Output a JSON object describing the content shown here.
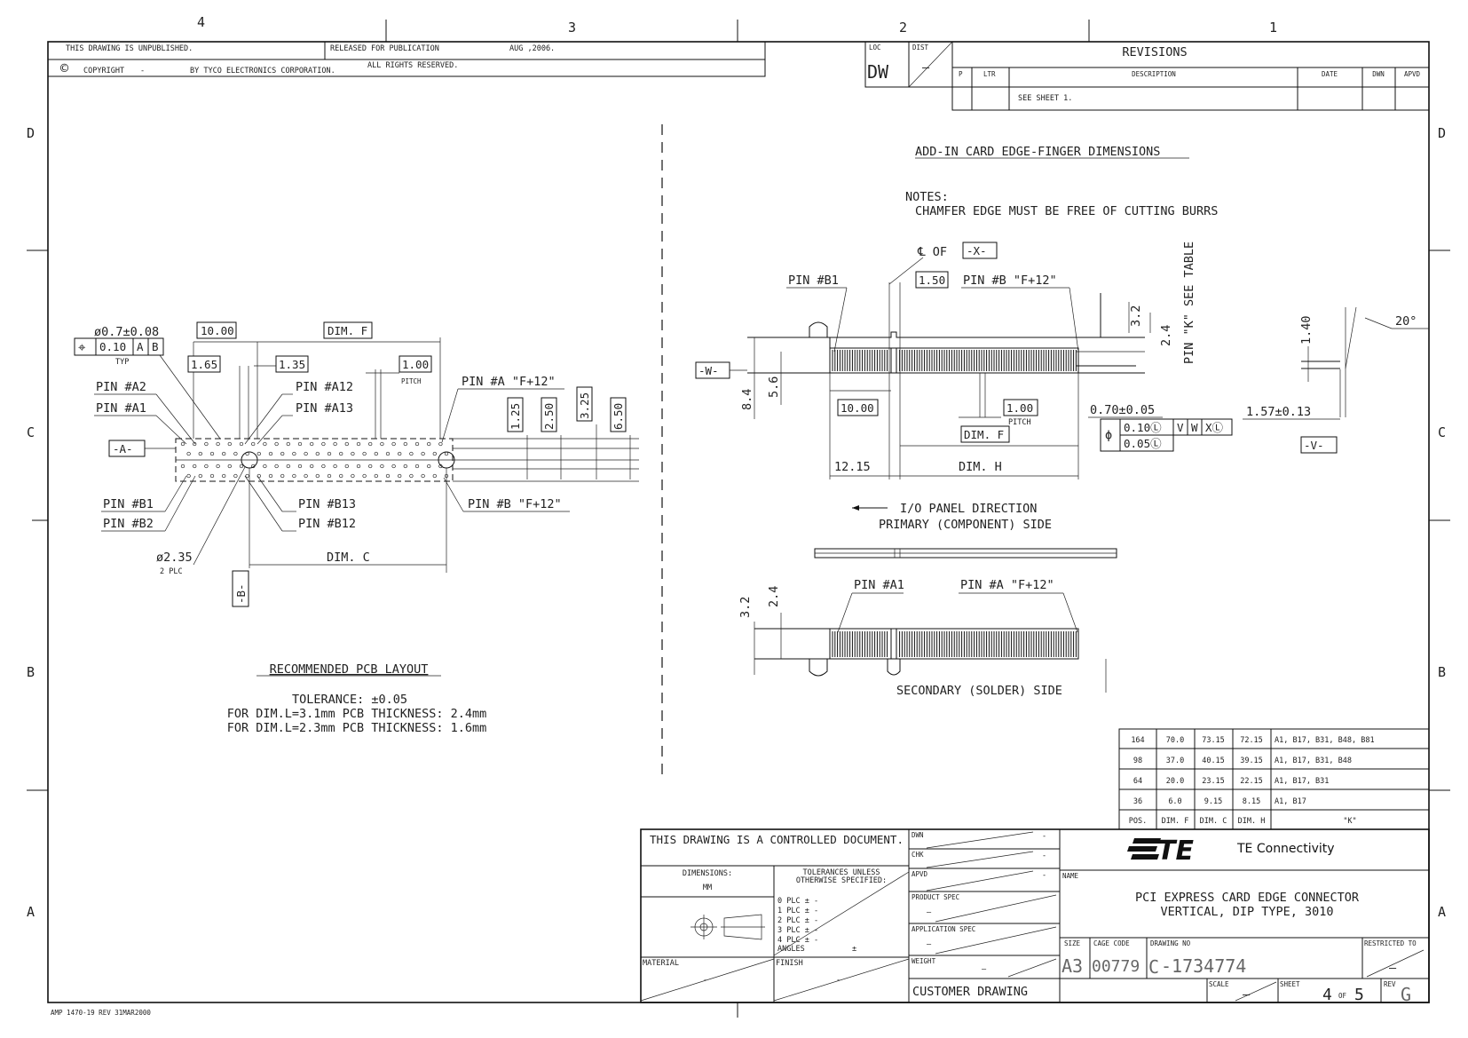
{
  "frame": {
    "zone_cols": [
      "4",
      "3",
      "2",
      "1"
    ],
    "zone_rows": [
      "D",
      "C",
      "B",
      "A"
    ],
    "footer_form": "AMP 1470-19 REV 31MAR2000"
  },
  "header": {
    "unpublished": "THIS DRAWING IS UNPUBLISHED.",
    "released": "RELEASED FOR PUBLICATION",
    "release_date": "AUG ,2006.",
    "copyright_symbol": "©",
    "copyright": "COPYRIGHT",
    "copyright_dash": "-",
    "by_corp": "BY TYCO ELECTRONICS CORPORATION.",
    "rights": "ALL RIGHTS RESERVED.",
    "loc_label": "LOC",
    "loc_value": "DW",
    "dist_label": "DIST",
    "dist_value": "—"
  },
  "revisions": {
    "title": "REVISIONS",
    "col_p": "P",
    "col_ltr": "LTR",
    "col_desc": "DESCRIPTION",
    "col_date": "DATE",
    "col_dwn": "DWN",
    "col_apvd": "APVD",
    "row_desc": "SEE SHEET 1."
  },
  "left_view": {
    "pin_dia": "ø0.7±0.08",
    "fcf_sym": "⌖",
    "fcf_tol": "0.10",
    "fcf_a": "A",
    "fcf_b": "B",
    "typ": "TYP",
    "dim_1000": "10.00",
    "dim_f": "DIM. F",
    "dim_165": "1.65",
    "dim_135": "1.35",
    "dim_100": "1.00",
    "pitch": "PITCH",
    "pin_a2": "PIN #A2",
    "pin_a1": "PIN #A1",
    "pin_a12": "PIN #A12",
    "pin_a13": "PIN #A13",
    "pin_af": "PIN #A \"F+12\"",
    "dim_125": "1.25",
    "dim_250": "2.50",
    "dim_325": "3.25",
    "dim_650": "6.50",
    "datum_a": "-A-",
    "pin_b1": "PIN #B1",
    "pin_b2": "PIN #B2",
    "pin_b13": "PIN #B13",
    "pin_b12": "PIN #B12",
    "pin_bf": "PIN #B \"F+12\"",
    "hole_dia": "ø2.35",
    "two_plc": "2 PLC",
    "dim_c": "DIM. C",
    "datum_b": "-B-",
    "title": "RECOMMENDED PCB LAYOUT",
    "tol": "TOLERANCE: ±0.05",
    "note1": "FOR DIM.L=3.1mm PCB THICKNESS: 2.4mm",
    "note2": "FOR DIM.L=2.3mm PCB THICKNESS: 1.6mm"
  },
  "right_view": {
    "title": "ADD-IN CARD EDGE-FINGER DIMENSIONS",
    "notes_label": "NOTES:",
    "note": "CHAMFER EDGE MUST BE FREE OF CUTTING BURRS",
    "cl_of": "℄ OF",
    "datum_x": "-X-",
    "pin_b1": "PIN #B1",
    "dim_150": "1.50",
    "pin_bf": "PIN #B \"F+12\"",
    "dim_32": "3.2",
    "dim_24": "2.4",
    "pin_k": "PIN \"K\" SEE TABLE",
    "dim_140": "1.40",
    "angle": "20°",
    "datum_w": "-W-",
    "dim_84": "8.4",
    "dim_56": "5.6",
    "dim_1000": "10.00",
    "dim_100": "1.00",
    "pitch": "PITCH",
    "dim_f": "DIM. F",
    "width_tol": "0.70±0.05",
    "fcf_sym": "ϕ",
    "fcf_tol1": "0.10Ⓛ",
    "fcf_v": "V",
    "fcf_w": "W",
    "fcf_x": "XⓁ",
    "fcf_tol2": "0.05Ⓛ",
    "dim_157": "1.57±0.13",
    "datum_v": "-V-",
    "dim_1215": "12.15",
    "dim_h": "DIM. H",
    "io_dir": "I/O PANEL DIRECTION",
    "primary": "PRIMARY (COMPONENT) SIDE",
    "pin_a1": "PIN #A1",
    "pin_af": "PIN #A \"F+12\"",
    "secondary": "SECONDARY (SOLDER) SIDE"
  },
  "dim_table": {
    "rows": [
      [
        "164",
        "70.0",
        "73.15",
        "72.15",
        "A1, B17, B31, B48, B81"
      ],
      [
        "98",
        "37.0",
        "40.15",
        "39.15",
        "A1, B17, B31, B48"
      ],
      [
        "64",
        "20.0",
        "23.15",
        "22.15",
        "A1, B17, B31"
      ],
      [
        "36",
        "6.0",
        "9.15",
        "8.15",
        "A1, B17"
      ]
    ],
    "header": [
      "POS.",
      "DIM. F",
      "DIM. C",
      "DIM. H",
      "\"K\""
    ]
  },
  "title_block": {
    "controlled": "THIS DRAWING IS A CONTROLLED DOCUMENT.",
    "dimensions_label": "DIMENSIONS:",
    "dimensions_value": "MM",
    "tol_head1": "TOLERANCES UNLESS",
    "tol_head2": "OTHERWISE SPECIFIED:",
    "tol_rows": [
      "0 PLC   ± -",
      "1 PLC   ± -",
      "2 PLC   ± -",
      "3 PLC   ± -",
      "4 PLC   ± -"
    ],
    "angles": "ANGLES",
    "angles_tol": "±",
    "material": "MATERIAL",
    "finish": "FINISH",
    "mat_dash": "-",
    "fin_dash": "-",
    "dwn": "DWN",
    "chk": "CHK",
    "apvd": "APVD",
    "product_spec": "PRODUCT SPEC",
    "application_spec": "APPLICATION SPEC",
    "weight": "WEIGHT",
    "sig_dash": "-",
    "sig_blank": "—",
    "customer": "CUSTOMER DRAWING",
    "company": "TE Connectivity",
    "logo_text": "TE",
    "name_label": "NAME",
    "name1": "PCI EXPRESS CARD EDGE CONNECTOR",
    "name2": "VERTICAL, DIP TYPE, 3010",
    "size_label": "SIZE",
    "size": "A3",
    "cage_label": "CAGE CODE",
    "cage": "00779",
    "dwg_label": "DRAWING NO",
    "dwg_prefix": "C",
    "dwg_no": "-1734774",
    "restricted": "RESTRICTED TO",
    "restricted_value": "—",
    "scale_label": "SCALE",
    "scale_value": "—",
    "sheet_label": "SHEET",
    "sheet": "4",
    "of": "OF",
    "of_total": "5",
    "rev_label": "REV",
    "rev": "G"
  }
}
